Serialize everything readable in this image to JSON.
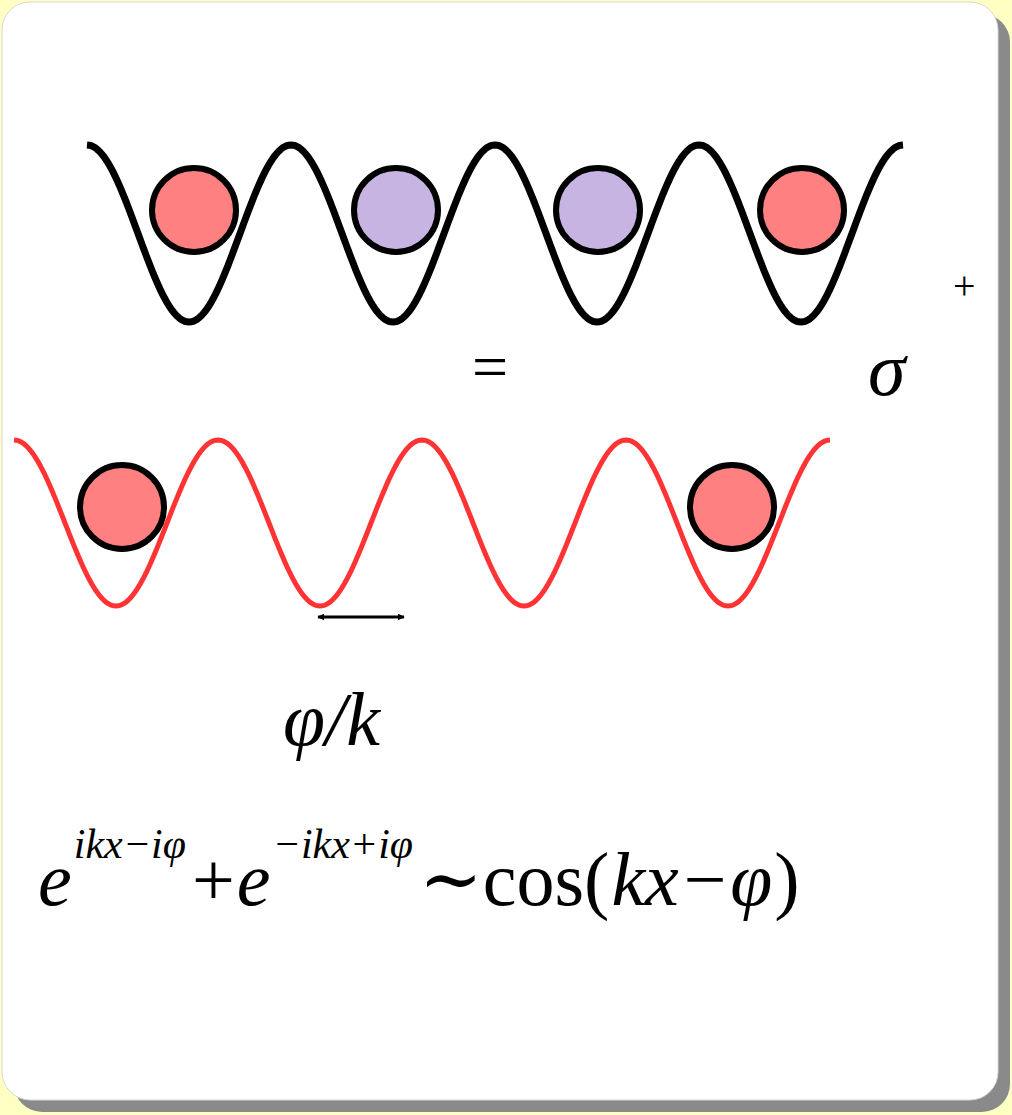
{
  "diagram": {
    "labels": [
      "=",
      "σ",
      "+",
      "φ/k",
      "e",
      "ikx−iφ",
      "+",
      "e",
      "−ikx+iφ",
      "∼cos(",
      "kx−φ",
      ")"
    ]
  }
}
